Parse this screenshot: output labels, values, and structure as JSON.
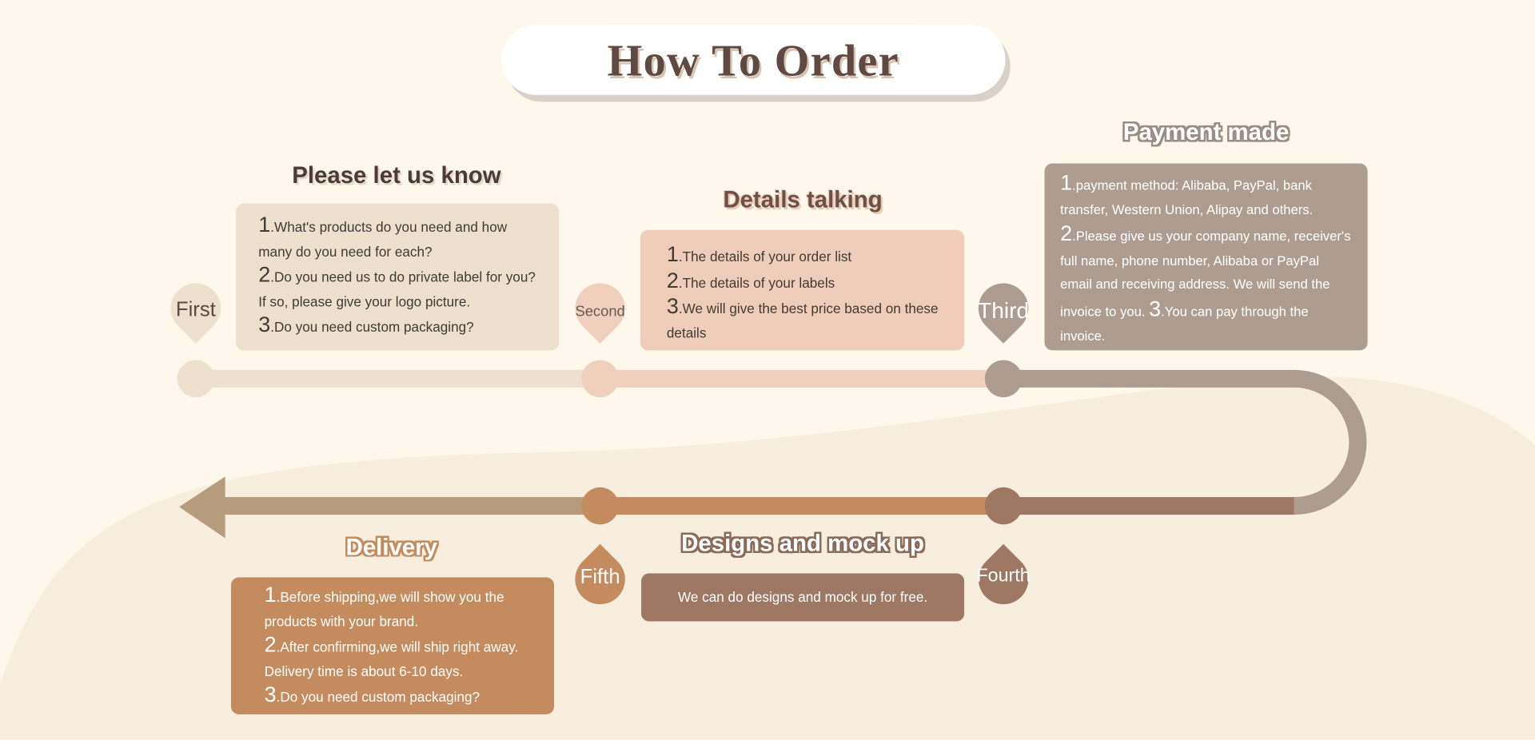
{
  "title": "How To Order",
  "colors": {
    "background": "#fdf7ec",
    "step1": "#ede0cc",
    "step2": "#f0cfbd",
    "step3": "#ad9d91",
    "step4": "#9e7862",
    "step5": "#c48b5e",
    "arrow": "#b59c7c"
  },
  "steps": [
    {
      "marker": "First",
      "heading": "Please let us know",
      "items": [
        {
          "n": "1",
          "text": ".What's products do you need and how many do you need for each?"
        },
        {
          "n": "2",
          "text": ".Do you need us to do private label for you? If so, please give your logo picture."
        },
        {
          "n": "3",
          "text": ".Do you need custom packaging?"
        }
      ]
    },
    {
      "marker": "Second",
      "heading": "Details talking",
      "items": [
        {
          "n": "1",
          "text": ".The details of your order list"
        },
        {
          "n": "2",
          "text": ".The details of your labels"
        },
        {
          "n": "3",
          "text": ".We will give the best price based on these details"
        }
      ]
    },
    {
      "marker": "Third",
      "heading": "Payment made",
      "items": [
        {
          "n": "1",
          "text": ".payment method: Alibaba, PayPal, bank transfer, Western Union, Alipay and others."
        },
        {
          "n": "2",
          "text": ".Please give us your company name, receiver's full name, phone number, Alibaba or PayPal email and receiving address. We will send the invoice to you. "
        },
        {
          "n": "3",
          "text": ".You can pay through the invoice."
        }
      ]
    },
    {
      "marker": "Fourth",
      "heading": "Designs and mock up",
      "text": "We can do designs and mock up for free."
    },
    {
      "marker": "Fifth",
      "heading": "Delivery",
      "items": [
        {
          "n": "1",
          "text": ".Before shipping,we will show you the products with your brand."
        },
        {
          "n": "2",
          "text": ".After confirming,we will ship right away. Delivery time is about 6-10 days."
        },
        {
          "n": "3",
          "text": ".Do you need custom packaging?"
        }
      ]
    }
  ]
}
